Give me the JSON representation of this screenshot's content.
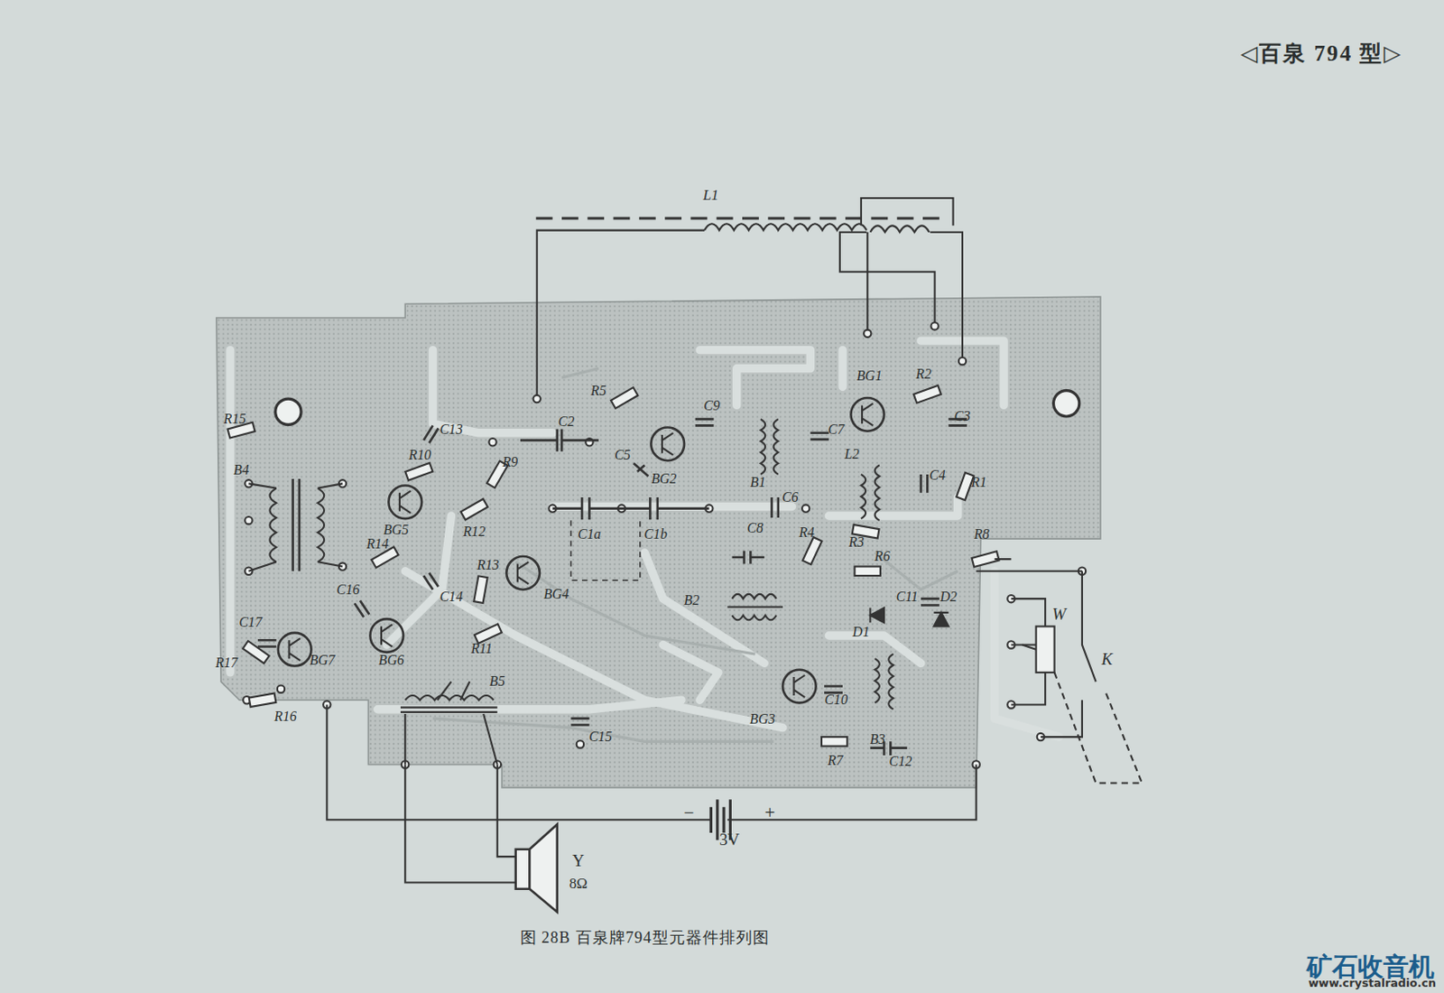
{
  "diagram": {
    "caption": "图 28B 百泉牌794型元器件排列图",
    "labels": [
      "◁百泉 794 型▷",
      "L1",
      "BG1",
      "R2",
      "C3",
      "C4",
      "R1",
      "L2",
      "C7",
      "B1",
      "C9",
      "BG2",
      "R5",
      "C5",
      "C2",
      "C1a",
      "C1b",
      "C6",
      "C8",
      "B2",
      "R4",
      "R3",
      "R6",
      "R8",
      "C11",
      "D1",
      "D2",
      "W",
      "K",
      "BG3",
      "C10",
      "B3",
      "R7",
      "C12",
      "C15",
      "B5",
      "R15",
      "B4",
      "C13",
      "R10",
      "BG5",
      "R9",
      "R12",
      "R14",
      "R13",
      "BG4",
      "C14",
      "C16",
      "BG6",
      "R11",
      "C17",
      "BG7",
      "R17",
      "R16",
      "Y",
      "8Ω",
      "−",
      "+",
      "3V",
      "矿石收音机",
      "www.crystalradio.cn"
    ]
  }
}
